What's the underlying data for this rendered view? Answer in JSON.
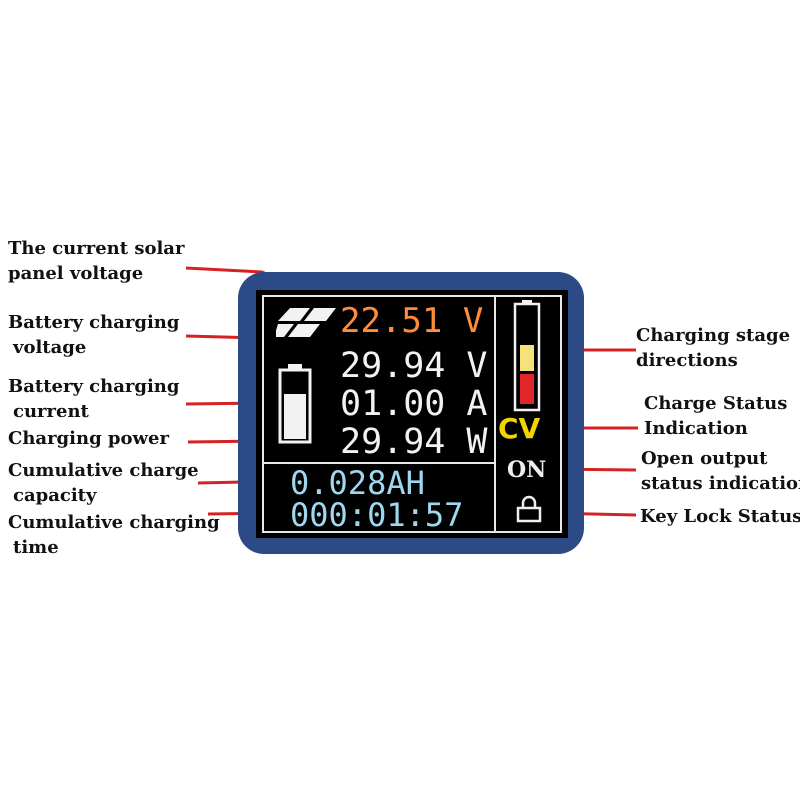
{
  "labels": {
    "solar_voltage": [
      "The current solar",
      "panel voltage"
    ],
    "battery_voltage": [
      "Battery charging",
      "voltage"
    ],
    "battery_current": [
      "Battery charging",
      "current"
    ],
    "charging_power": [
      "Charging power"
    ],
    "cumulative_capacity": [
      "Cumulative charge",
      "capacity"
    ],
    "cumulative_time": [
      "Cumulative charging",
      "time"
    ],
    "charging_stage": [
      "Charging stage",
      "directions"
    ],
    "charge_status": [
      "Charge Status",
      "Indication"
    ],
    "open_output": [
      "Open output",
      "status indication"
    ],
    "key_lock": [
      "Key Lock Status"
    ]
  },
  "display": {
    "solar_voltage": "22.51 V",
    "battery_voltage": "29.94 V",
    "battery_current": "01.00 A",
    "charging_power": "29.94 W",
    "capacity": "0.028AH",
    "time": "000:01:57",
    "charge_status": "CV",
    "output_status": "ON"
  },
  "icons": {
    "solar_panel": "solar-panel-icon",
    "battery": "battery-icon",
    "stage": "charge-stage-icon",
    "lock": "lock-icon"
  },
  "colors": {
    "device_frame": "#2b4a86",
    "screen_bg": "#000000",
    "solar_value": "#ff8c3a",
    "main_value": "#f2f2f2",
    "accum_value": "#9fd8ee",
    "cv_text": "#f1d500",
    "stage_red": "#e0262a",
    "stage_yellow": "#f5e27a",
    "leader_line": "#d42222"
  }
}
